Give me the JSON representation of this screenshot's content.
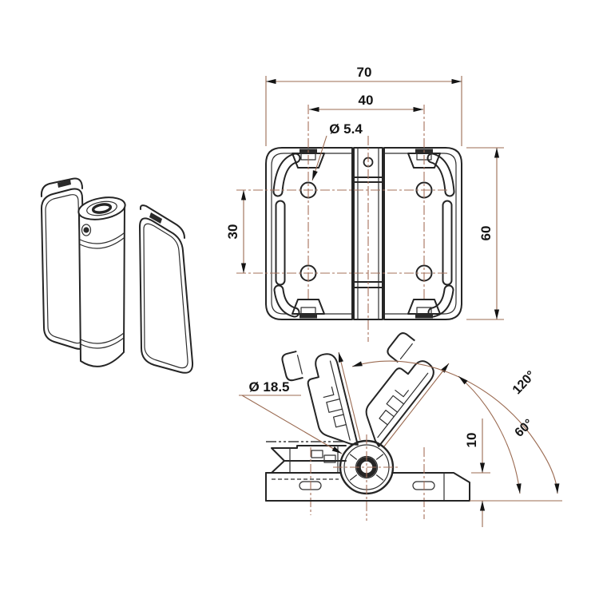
{
  "drawing": {
    "front_view": {
      "dim_overall_width": "70",
      "dim_hole_spacing_horizontal": "40",
      "dim_hole_diameter": "Ø 5.4",
      "dim_hole_spacing_vertical": "30",
      "dim_overall_height": "60"
    },
    "side_view": {
      "dim_barrel_diameter": "Ø 18.5",
      "dim_opening_angle_outer": "120°",
      "dim_opening_angle_inner": "60°",
      "dim_leaf_thickness": "10"
    },
    "colors": {
      "object_line": "#252525",
      "dimension_line": "#9b6b52",
      "background": "#ffffff"
    }
  }
}
